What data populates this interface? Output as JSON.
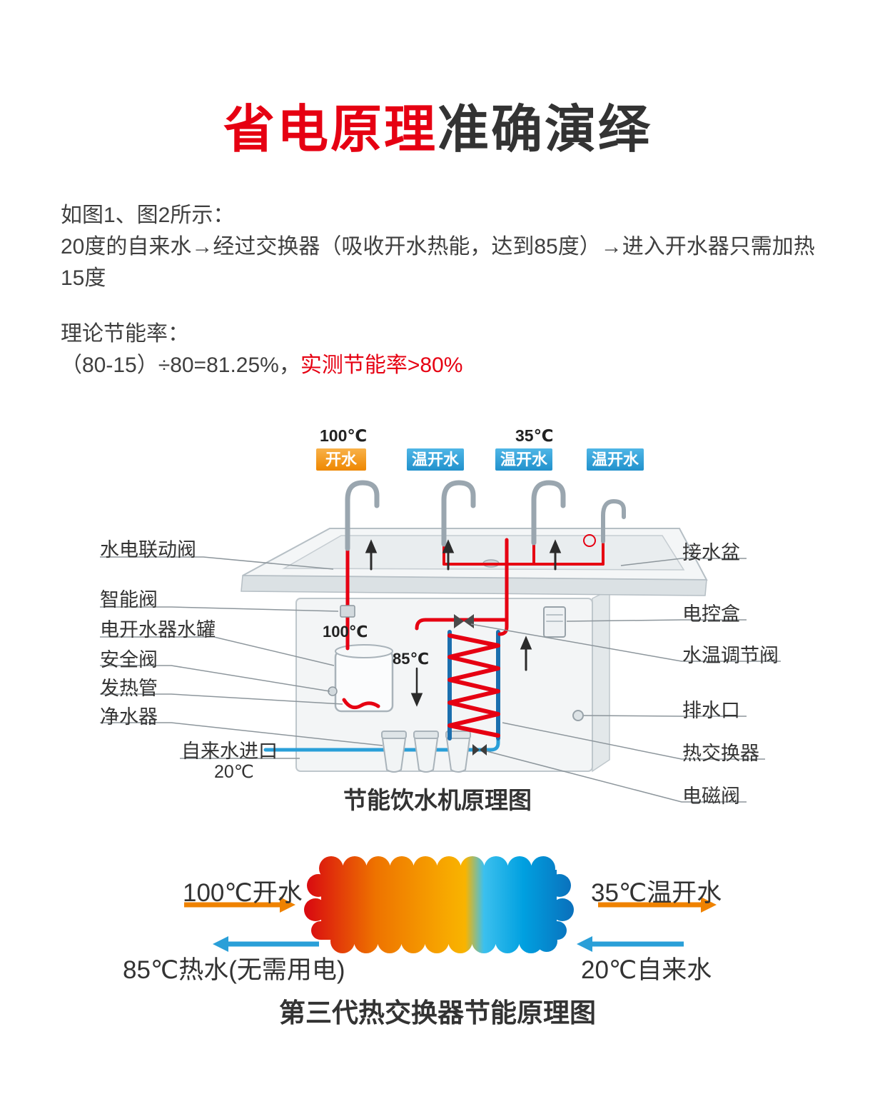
{
  "header": {
    "title_red": "省电原理",
    "title_black": "准确演绎"
  },
  "intro": {
    "figures_line": "如图1、图2所示：",
    "process_line": "20度的自来水→经过交换器（吸收开水热能，达到85度）→进入开水器只需加热15度",
    "rate_label": "理论节能率：",
    "rate_formula": "（80-15）÷80=81.25%，",
    "rate_measured": "实测节能率>80%"
  },
  "machine": {
    "temps": {
      "boiling": "100℃",
      "warm": "35℃",
      "tank": "100℃",
      "exchanged": "85℃",
      "inlet": "20℃"
    },
    "taps": [
      {
        "label": "开水"
      },
      {
        "label": "温开水"
      },
      {
        "label": "温开水"
      },
      {
        "label": "温开水"
      }
    ],
    "left_labels": [
      "水电联动阀",
      "智能阀",
      "电开水器水罐",
      "安全阀",
      "发热管",
      "净水器",
      "自来水进口"
    ],
    "right_labels": [
      "接水盆",
      "电控盒",
      "水温调节阀",
      "排水口",
      "热交换器",
      "电磁阀"
    ],
    "caption": "节能饮水机原理图"
  },
  "exchanger": {
    "hot_in": "100℃开水",
    "warm_out": "35℃温开水",
    "hot_out": "85℃热水(无需用电)",
    "cold_in": "20℃自来水",
    "caption": "第三代热交换器节能原理图"
  },
  "colors": {
    "accent_red": "#e60012",
    "badge_orange": "#ee8700",
    "badge_blue": "#2e9fd4",
    "pipe_red": "#e60012",
    "pipe_blue": "#2a9fd8",
    "gradient_hot": "#d90b10",
    "gradient_cold": "#0a72bd"
  }
}
